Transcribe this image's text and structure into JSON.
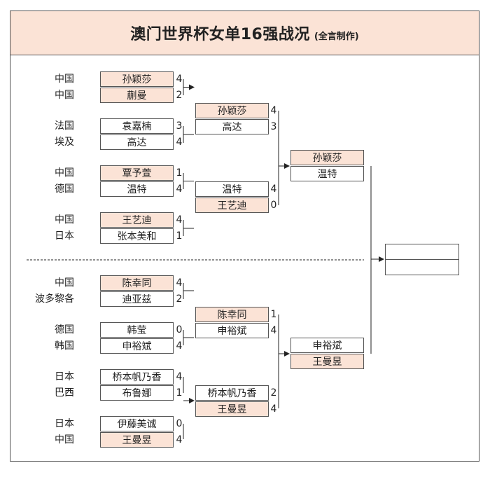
{
  "header": {
    "title": "澳门世界杯女单16强战况",
    "subtitle": "(全言制作)"
  },
  "round16": [
    {
      "country": "中国",
      "name": "孙颖莎",
      "score": "4",
      "winner": true
    },
    {
      "country": "中国",
      "name": "蒯曼",
      "score": "2",
      "winner": true
    },
    {
      "country": "法国",
      "name": "袁嘉楠",
      "score": "3",
      "winner": false
    },
    {
      "country": "埃及",
      "name": "高达",
      "score": "4",
      "winner": false
    },
    {
      "country": "中国",
      "name": "覃予萱",
      "score": "1",
      "winner": true
    },
    {
      "country": "德国",
      "name": "温特",
      "score": "4",
      "winner": false
    },
    {
      "country": "中国",
      "name": "王艺迪",
      "score": "4",
      "winner": true
    },
    {
      "country": "日本",
      "name": "张本美和",
      "score": "1",
      "winner": false
    },
    {
      "country": "中国",
      "name": "陈幸同",
      "score": "4",
      "winner": true
    },
    {
      "country": "波多黎各",
      "name": "迪亚兹",
      "score": "2",
      "winner": false
    },
    {
      "country": "德国",
      "name": "韩莹",
      "score": "0",
      "winner": false
    },
    {
      "country": "韩国",
      "name": "申裕斌",
      "score": "4",
      "winner": false
    },
    {
      "country": "日本",
      "name": "桥本帆乃香",
      "score": "4",
      "winner": false
    },
    {
      "country": "巴西",
      "name": "布鲁娜",
      "score": "1",
      "winner": false
    },
    {
      "country": "日本",
      "name": "伊藤美诚",
      "score": "0",
      "winner": false
    },
    {
      "country": "中国",
      "name": "王曼昱",
      "score": "4",
      "winner": true
    }
  ],
  "quarterfinals": [
    {
      "name": "孙颖莎",
      "score": "4",
      "winner": true
    },
    {
      "name": "高达",
      "score": "3",
      "winner": false
    },
    {
      "name": "温特",
      "score": "4",
      "winner": false
    },
    {
      "name": "王艺迪",
      "score": "0",
      "winner": true
    },
    {
      "name": "陈幸同",
      "score": "1",
      "winner": true
    },
    {
      "name": "申裕斌",
      "score": "4",
      "winner": false
    },
    {
      "name": "桥本帆乃香",
      "score": "2",
      "winner": false
    },
    {
      "name": "王曼昱",
      "score": "4",
      "winner": true
    }
  ],
  "semifinals": [
    {
      "name": "孙颖莎",
      "winner": true
    },
    {
      "name": "温特",
      "winner": false
    },
    {
      "name": "申裕斌",
      "winner": false
    },
    {
      "name": "王曼昱",
      "winner": true
    }
  ],
  "final": [
    "",
    ""
  ],
  "colors": {
    "highlight": "#fbe3d6",
    "border": "#555555"
  }
}
